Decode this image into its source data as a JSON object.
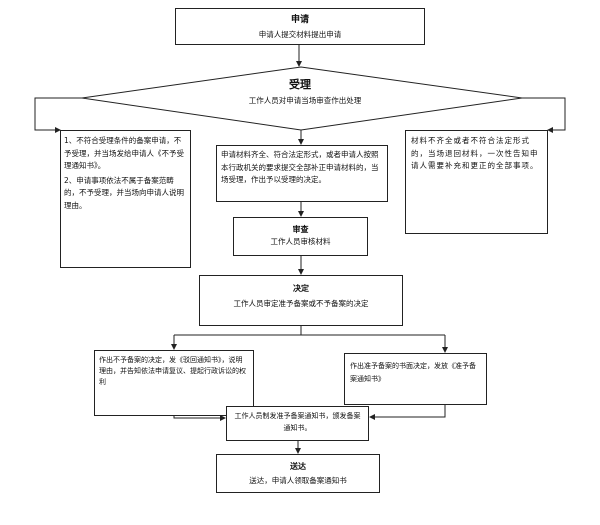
{
  "apply": {
    "title": "申请",
    "text": "申请人提交材料提出申请"
  },
  "accept": {
    "title": "受理",
    "text": "工作人员对申请当场审查作出处理"
  },
  "reject_box": {
    "line1": "1、不符合受理条件的备案申请，不予受理，并当场发给申请人《不予受理通知书》。",
    "line2": "2、申请事项依法不属于备案范畴的，不予受理，并当场向申请人说明理由。"
  },
  "accept_box": {
    "text": "申请材料齐全、符合法定形式，或者申请人按照本行政机关的要求提交全部补正申请材料的，当场受理，作出予以受理的决定。"
  },
  "supplement_box": {
    "text": "材料不齐全或者不符合法定形式的，当场退回材料，一次性告知申请人需要补充和更正的全部事项。"
  },
  "review": {
    "title": "审查",
    "text": "工作人员审核材料"
  },
  "decide": {
    "title": "决定",
    "text": "工作人员审定准予备案或不予备案的决定"
  },
  "deny_box": {
    "text": "作出不予备案的决定，发《驳回通知书》，说明理由，并告知依法申请复议、提起行政诉讼的权利"
  },
  "approve_box": {
    "text": "作出准予备案的书面决定，发放《准予备案通知书》"
  },
  "notice_box": {
    "text": "工作人员制发准予备案通知书，颁发备案通知书。"
  },
  "deliver": {
    "title": "送达",
    "text": "送达，申请人领取备案通知书"
  }
}
